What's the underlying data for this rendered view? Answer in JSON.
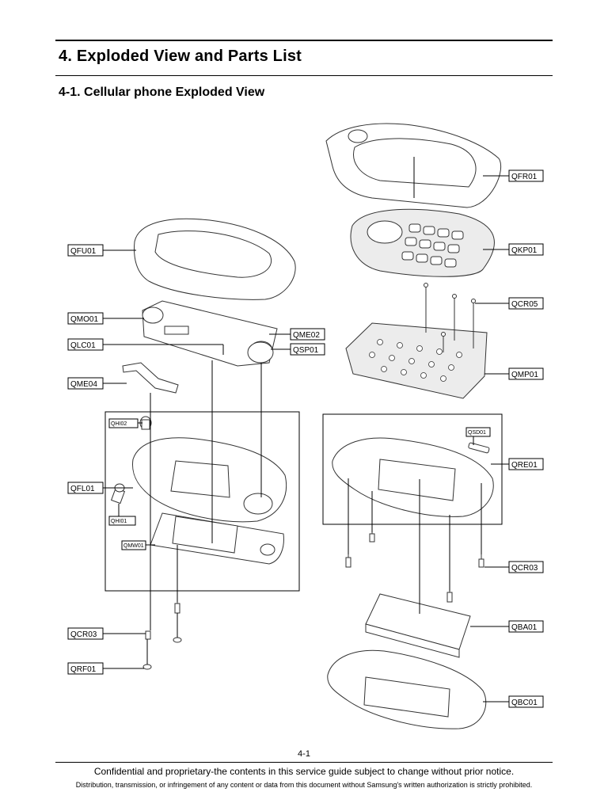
{
  "document": {
    "title": "4. Exploded View and Parts List",
    "subtitle": "4-1. Cellular phone Exploded View",
    "page_number": "4-1",
    "footer_line1": "Confidential and proprietary-the contents in this service guide subject to change without prior notice.",
    "footer_line2": "Distribution, transmission, or infringement of any content or data from this document without Samsung's written authorization is strictly prohibited."
  },
  "callouts": {
    "qfr01": "QFR01",
    "qkp01": "QKP01",
    "qcr05": "QCR05",
    "qmp01": "QMP01",
    "qfu01": "QFU01",
    "qmo01": "QMO01",
    "qme02": "QME02",
    "qlc01": "QLC01",
    "qsp01": "QSP01",
    "qme04": "QME04",
    "qhi02": "QHI02",
    "qfl01": "QFL01",
    "qhi01": "QHI01",
    "qmw01": "QMW01",
    "qcr03_left": "QCR03",
    "qrf01": "QRF01",
    "qsd01": "QSD01",
    "qre01": "QRE01",
    "qcr03_right": "QCR03",
    "qba01": "QBA01",
    "qbc01": "QBC01"
  }
}
